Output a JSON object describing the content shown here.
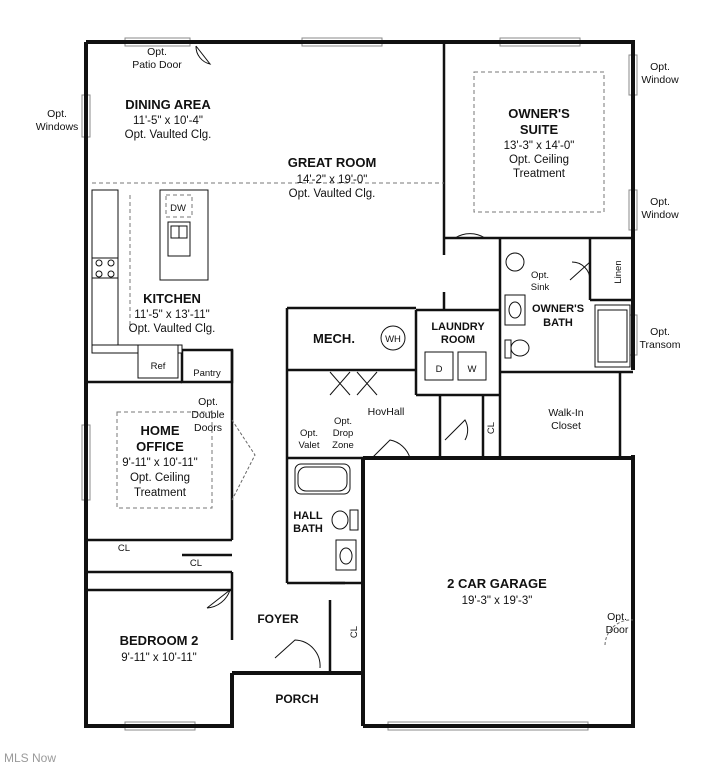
{
  "rooms": {
    "dining": {
      "name": "DINING AREA",
      "dims": "11'-5\" x 10'-4\"",
      "note": "Opt. Vaulted Clg."
    },
    "great": {
      "name": "GREAT ROOM",
      "dims": "14'-2\" x 19'-0\"",
      "note": "Opt. Vaulted Clg."
    },
    "owners_suite": {
      "name_line1": "OWNER'S",
      "name_line2": "SUITE",
      "dims": "13'-3\" x 14'-0\"",
      "note_line1": "Opt. Ceiling",
      "note_line2": "Treatment"
    },
    "kitchen": {
      "name": "KITCHEN",
      "dims": "11'-5\" x 13'-11\"",
      "note": "Opt. Vaulted Clg."
    },
    "mech": {
      "name": "MECH.",
      "wh": "WH"
    },
    "laundry": {
      "name_line1": "LAUNDRY",
      "name_line2": "ROOM",
      "d": "D",
      "w": "W"
    },
    "owners_bath": {
      "name_line1": "OWNER'S",
      "name_line2": "BATH"
    },
    "home_office": {
      "name_line1": "HOME",
      "name_line2": "OFFICE",
      "dims": "9'-11\" x 10'-11\"",
      "note_line1": "Opt. Ceiling",
      "note_line2": "Treatment"
    },
    "hall_bath": {
      "name_line1": "HALL",
      "name_line2": "BATH"
    },
    "walk_in": {
      "line1": "Walk-In",
      "line2": "Closet"
    },
    "garage": {
      "name": "2 CAR GARAGE",
      "dims": "19'-3\" x 19'-3\""
    },
    "bedroom2": {
      "name": "BEDROOM 2",
      "dims": "9'-11\" x 10'-11\""
    },
    "foyer": {
      "name": "FOYER"
    },
    "porch": {
      "name": "PORCH"
    },
    "hovhall": {
      "name": "HovHall"
    }
  },
  "labels": {
    "patio_door_1": "Opt.",
    "patio_door_2": "Patio Door",
    "windows_left_1": "Opt.",
    "windows_left_2": "Windows",
    "window_top_1": "Opt.",
    "window_top_2": "Window",
    "window_mid_1": "Opt.",
    "window_mid_2": "Window",
    "transom_1": "Opt.",
    "transom_2": "Transom",
    "dw": "DW",
    "ref": "Ref",
    "pantry": "Pantry",
    "linen": "Linen",
    "sink_1": "Opt.",
    "sink_2": "Sink",
    "double_doors_1": "Opt.",
    "double_doors_2": "Double",
    "double_doors_3": "Doors",
    "valet_1": "Opt.",
    "valet_2": "Valet",
    "drop_zone_1": "Opt.",
    "drop_zone_2": "Drop",
    "drop_zone_3": "Zone",
    "cl": "CL",
    "garage_door_1": "Opt.",
    "garage_door_2": "Door"
  },
  "watermark": "MLS Now"
}
